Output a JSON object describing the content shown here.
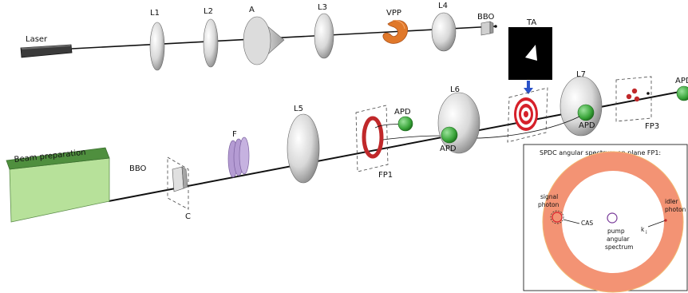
{
  "labels": {
    "laser": "Laser",
    "l1": "L1",
    "l2": "L2",
    "a": "A",
    "l3": "L3",
    "vpp": "VPP",
    "l4": "L4",
    "bbo_top": "BBO",
    "ta": "TA",
    "l7": "L7",
    "apd_right": "APD",
    "fp3": "FP3",
    "apd_l7": "APD",
    "l6": "L6",
    "apd_fp1": "APD",
    "apd_l6": "APD",
    "l5": "L5",
    "f": "F",
    "fp1": "FP1",
    "bbo_bottom": "BBO",
    "c": "C",
    "beam_preparation": "Beam preparation"
  },
  "inset": {
    "title": "SPDC angular spectrum on plane FP1:",
    "signal": "signal photon",
    "signal_l1": "signal",
    "signal_l2": "photon",
    "cas": "CAS",
    "pump_l1": "pump",
    "pump_l2": "angular",
    "pump_l3": "spectrum",
    "ki": "k",
    "ki_sub": "i",
    "idler_l1": "idler",
    "idler_l2": "photon"
  },
  "colors": {
    "ring": "#f39374",
    "lens": "#cfcfcf",
    "apd": "#3aa53a",
    "vpp": "#e0782a",
    "filter": "#b49bd3",
    "target_red": "#d6202a",
    "box_green_front": "#b7e19a",
    "box_green_top": "#4f8f3e"
  }
}
